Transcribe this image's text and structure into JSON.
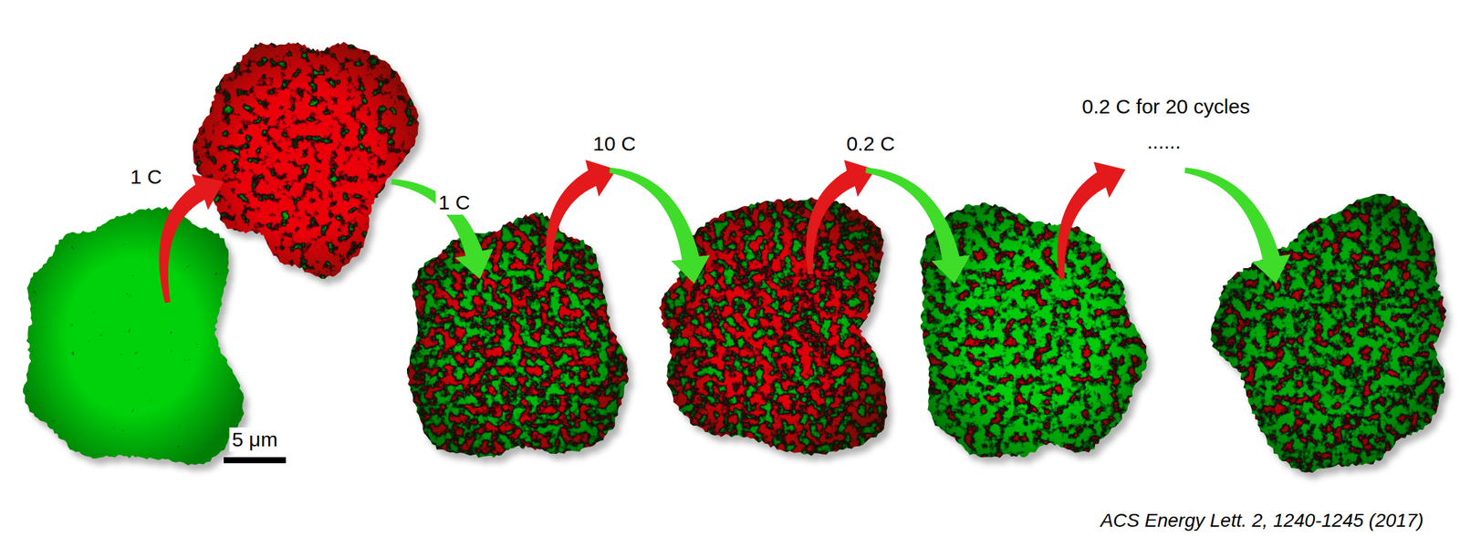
{
  "diagram": {
    "labels": [
      "1 C",
      "1 C",
      "10 C",
      "0.2 C",
      "0.2 C for 20 cycles",
      "......",
      "5 μm",
      "ACS Energy Lett. 2, 1240-1245 (2017)"
    ]
  }
}
